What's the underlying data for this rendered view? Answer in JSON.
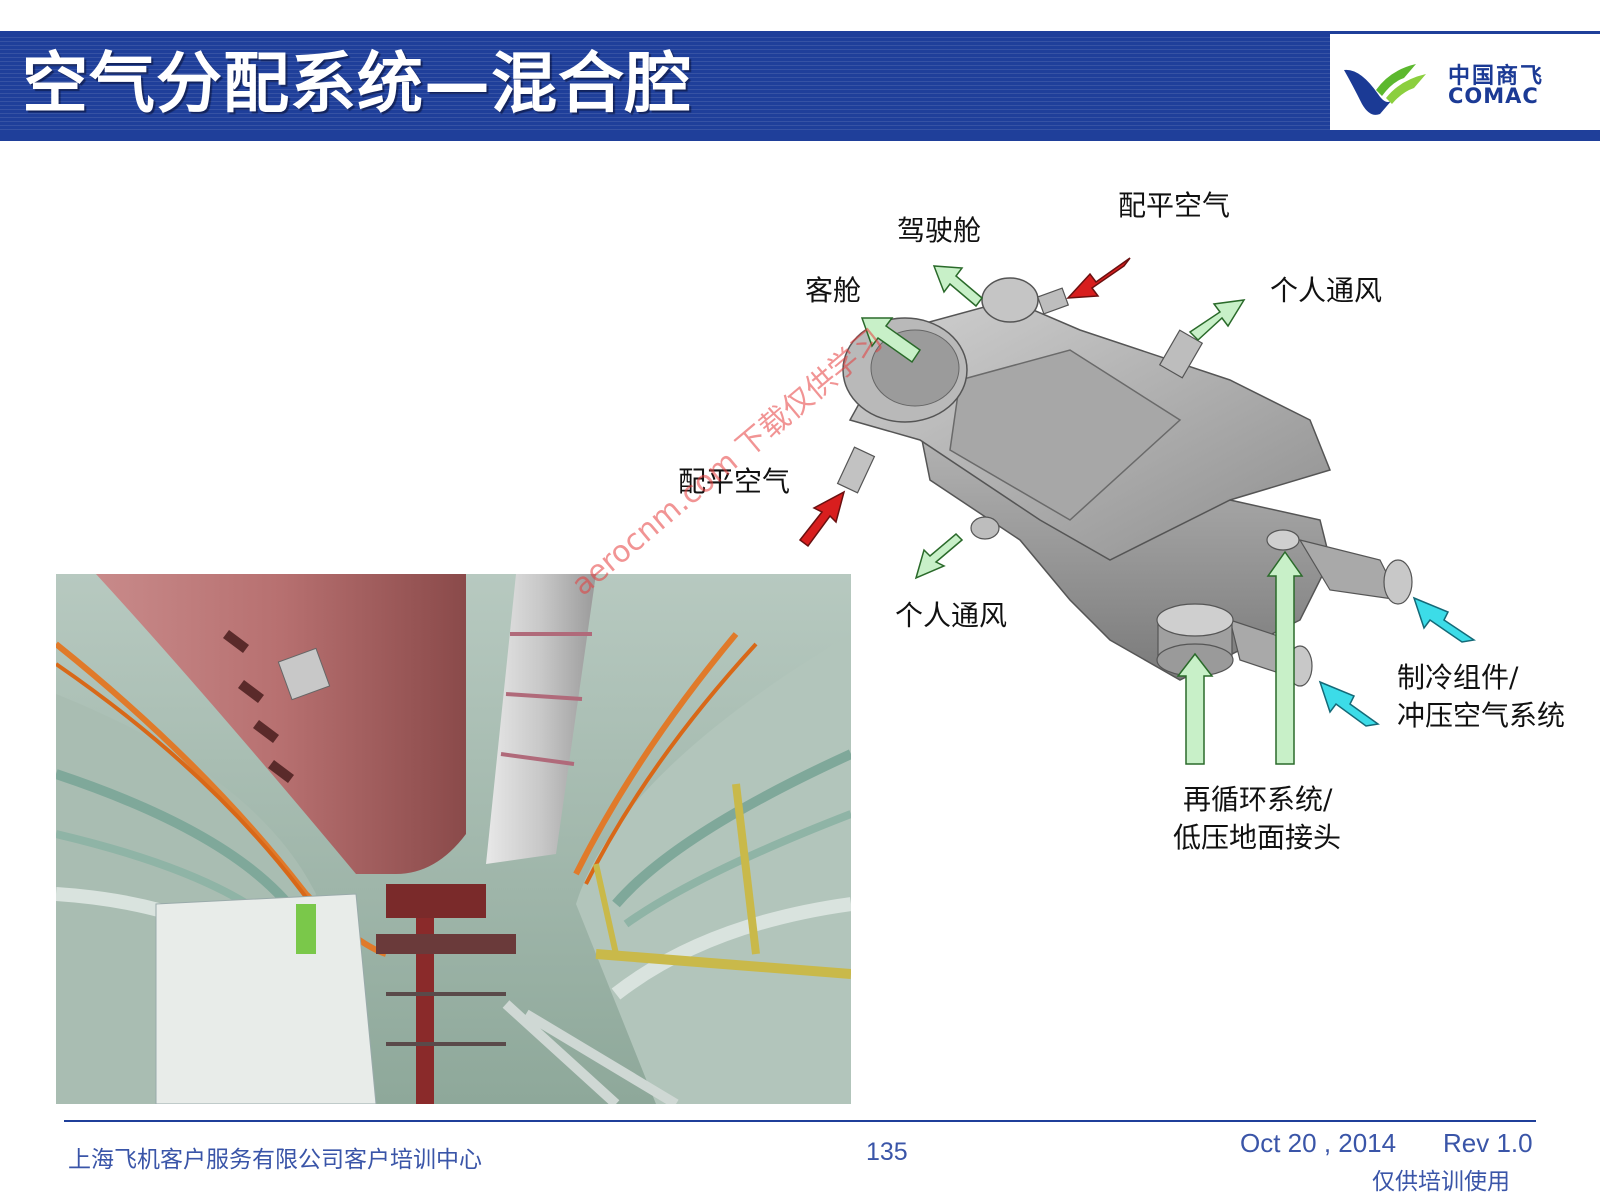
{
  "header": {
    "title": "空气分配系统—混合腔",
    "logo_cn": "中国商飞",
    "logo_en": "COMAC"
  },
  "diagram": {
    "labels": {
      "cockpit": "驾驶舱",
      "trim_air_top": "配平空气",
      "cabin": "客舱",
      "gasper_top": "个人通风",
      "trim_air_left": "配平空气",
      "gasper_bottom": "个人通风",
      "pack_line1": "制冷组件/",
      "pack_line2": "冲压空气系统",
      "recirc_line1": "再循环系统/",
      "recirc_line2": "低压地面接头"
    },
    "arrow_colors": {
      "outflow": "#c8f0c8",
      "trim": "#d81e1e",
      "pack": "#3cdce8",
      "recirc": "#c8f0c8"
    }
  },
  "watermark": "aerocnm.com 下载仅供学习",
  "footer": {
    "company": "上海飞机客户服务有限公司客户培训中心",
    "page": "135",
    "date": "Oct 20 , 2014",
    "rev": "Rev 1.0",
    "note": "仅供培训使用"
  }
}
